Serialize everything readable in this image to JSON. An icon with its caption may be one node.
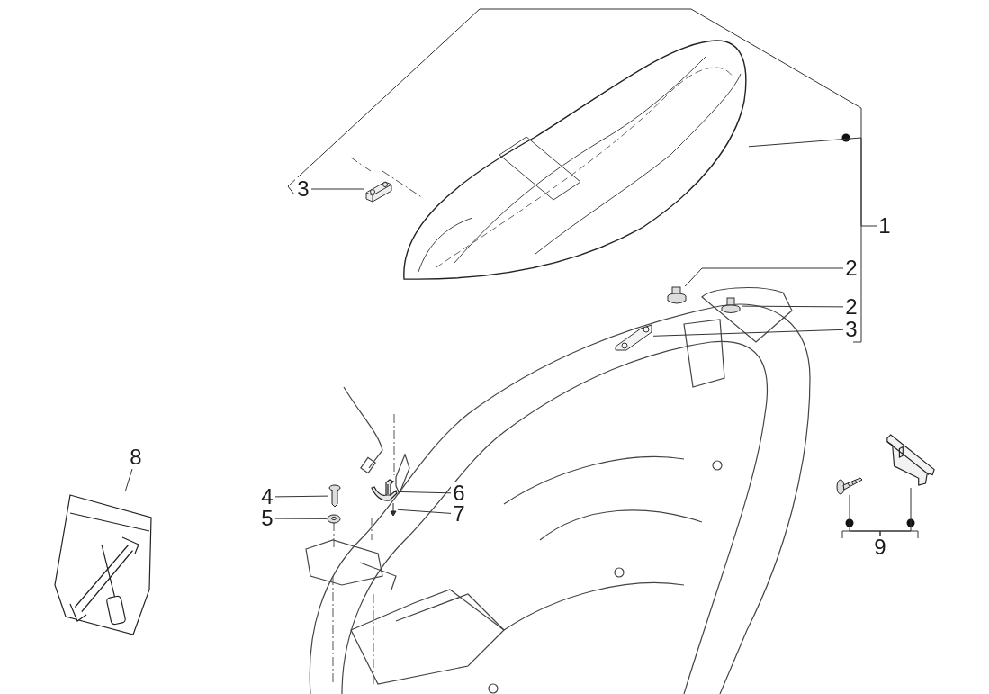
{
  "diagram": {
    "nodes": [
      {
        "text": [
          "3"
        ]
      },
      {
        "text": [],
        "shape": "picture"
      },
      {
        "text": [
          "2"
        ]
      },
      {
        "text": [],
        "shape": "picture"
      },
      {
        "text": [
          "2"
        ]
      },
      {
        "text": [],
        "shape": "picture"
      },
      {
        "text": [
          "3"
        ]
      },
      {
        "text": [],
        "shape": "picture"
      },
      {
        "text": [
          "1"
        ]
      },
      {
        "text": [],
        "shape": "picture"
      },
      {
        "text": [
          "8"
        ]
      },
      {
        "text": [],
        "shape": "picture"
      },
      {
        "text": [
          "4"
        ]
      },
      {
        "text": [],
        "shape": "picture"
      },
      {
        "text": [
          "5"
        ]
      },
      {
        "text": [],
        "shape": "picture"
      },
      {
        "text": [
          "6"
        ]
      },
      {
        "text": [],
        "shape": "picture"
      },
      {
        "text": [
          "7"
        ]
      },
      {
        "text": [],
        "shape": "picture"
      },
      {
        "text": [
          "9"
        ]
      },
      {
        "text": [],
        "shape": "picture"
      },
      {
        "text": [],
        "shape": "picture"
      }
    ],
    "edges": [
      {
        "from": 0,
        "to": 1,
        "arrow": "none"
      },
      {
        "from": 2,
        "to": 3,
        "arrow": "none"
      },
      {
        "from": 4,
        "to": 5,
        "arrow": "none"
      },
      {
        "from": 6,
        "to": 7,
        "arrow": "none"
      },
      {
        "from": 8,
        "to": 9,
        "arrow": "none"
      },
      {
        "from": 10,
        "to": 11,
        "arrow": "none"
      },
      {
        "from": 12,
        "to": 13,
        "arrow": "none"
      },
      {
        "from": 14,
        "to": 15,
        "arrow": "none"
      },
      {
        "from": 16,
        "to": 17,
        "arrow": "none"
      },
      {
        "from": 18,
        "to": 19,
        "arrow": "none"
      },
      {
        "from": 20,
        "to": 21,
        "arrow": "none"
      },
      {
        "from": 20,
        "to": 22,
        "arrow": "none"
      }
    ]
  }
}
